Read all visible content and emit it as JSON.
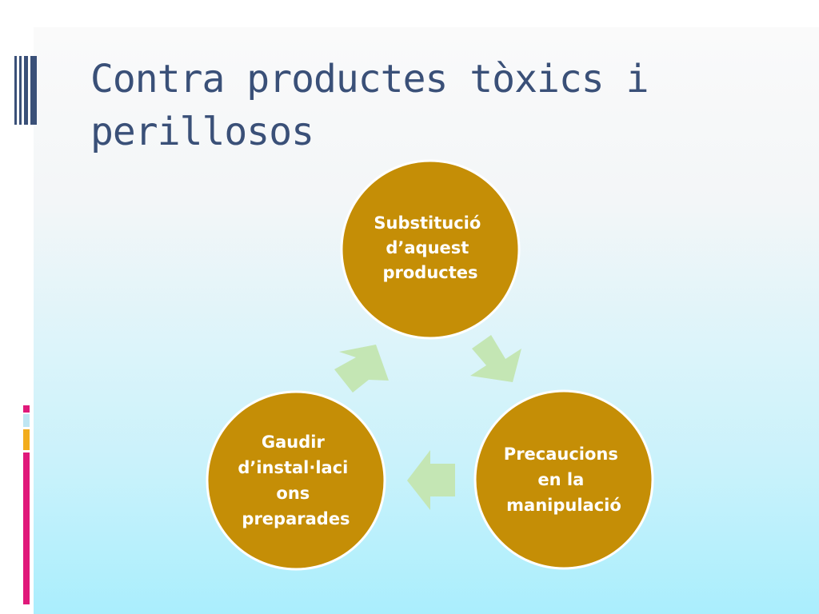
{
  "title": "Contra productes tòxics i perillosos",
  "colors": {
    "title": "#3a5078",
    "node_fill": "#c58e06",
    "node_stroke": "#ffffff",
    "arrow_fill": "#c4e6b4",
    "accent_magenta": "#e0197a",
    "accent_orange": "#f2ac1c",
    "accent_lightblue": "#bfe6f3"
  },
  "diagram": {
    "type": "cycle",
    "nodes": [
      {
        "id": "top",
        "lines": [
          "Substitució",
          "d’aquest",
          "productes"
        ]
      },
      {
        "id": "right",
        "lines": [
          "Precaucions",
          "en la",
          "manipulació"
        ]
      },
      {
        "id": "left",
        "lines": [
          "Gaudir",
          "d’instal·laci",
          "ons",
          "preparades"
        ]
      }
    ],
    "arrows": [
      {
        "from": "top",
        "to": "right"
      },
      {
        "from": "right",
        "to": "left"
      },
      {
        "from": "left",
        "to": "top"
      }
    ]
  }
}
